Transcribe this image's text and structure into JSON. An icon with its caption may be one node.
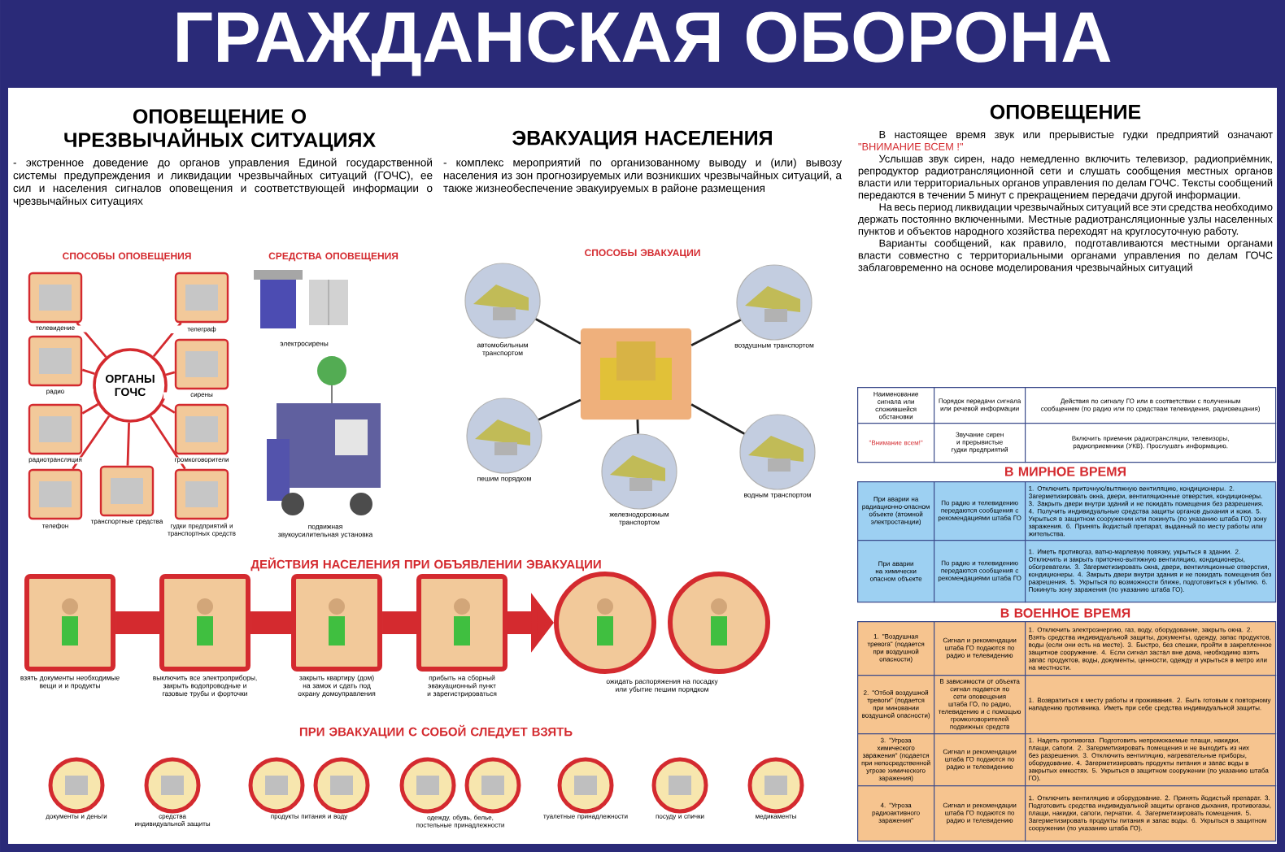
{
  "diagram": {
    "title": "ГРАЖДАНСКАЯ ОБОРОНА",
    "nodes": [
      {
        "text": [
          "ОРГАНЫ ГОЧС"
        ]
      },
      {
        "text": [],
        "shape": "picture",
        "beside": [
          "телевидение"
        ]
      },
      {
        "text": [],
        "shape": "picture",
        "beside": [
          "телеграф"
        ]
      },
      {
        "text": [],
        "shape": "picture",
        "beside": [
          "радио"
        ]
      },
      {
        "text": [],
        "shape": "picture",
        "beside": [
          "сирены"
        ]
      },
      {
        "text": [],
        "shape": "picture",
        "beside": [
          "радиотрансляция"
        ]
      },
      {
        "text": [],
        "shape": "picture",
        "beside": [
          "громкоговорители"
        ]
      },
      {
        "text": [],
        "shape": "picture",
        "beside": [
          "телефон"
        ]
      },
      {
        "text": [],
        "shape": "picture",
        "beside": [
          "транспортные средства"
        ]
      },
      {
        "text": [],
        "shape": "picture",
        "beside": [
          "гудки предприятий и транспортных средств"
        ]
      },
      {
        "text": [],
        "shape": "picture"
      },
      {
        "text": [],
        "shape": "picture",
        "beside": [
          "автомобильным транспортом"
        ]
      },
      {
        "text": [],
        "shape": "picture",
        "beside": [
          "воздушным транспортом"
        ]
      },
      {
        "text": [],
        "shape": "picture",
        "beside": [
          "пешим порядком"
        ]
      },
      {
        "text": [],
        "shape": "picture",
        "beside": [
          "железнодорожным транспортом"
        ]
      },
      {
        "text": [],
        "shape": "picture",
        "beside": [
          "водным транспортом"
        ]
      },
      {
        "text": [],
        "shape": "picture",
        "beside": [
          "взять документы необходимые вещи и и продукты"
        ]
      },
      {
        "text": [],
        "shape": "picture",
        "beside": [
          "выключить все электроприборы, закрыть водопроводные и газовые трубы и форточки"
        ]
      },
      {
        "text": [],
        "shape": "picture",
        "beside": [
          "закрыть квартиру (дом) на замок и сдать под охрану домоуправления"
        ]
      },
      {
        "text": [],
        "shape": "picture",
        "beside": [
          "прибыть на сборный эвакуационный пункт и зарегистрироваться"
        ]
      },
      {
        "text": [],
        "shape": "picture"
      },
      {
        "text": [],
        "shape": "picture"
      }
    ],
    "edges": [
      {
        "from": 0,
        "to": 1,
        "arrow": "none"
      },
      {
        "from": 0,
        "to": 2,
        "arrow": "none"
      },
      {
        "from": 0,
        "to": 3,
        "arrow": "none"
      },
      {
        "from": 0,
        "to": 4,
        "arrow": "none"
      },
      {
        "from": 0,
        "to": 5,
        "arrow": "none"
      },
      {
        "from": 0,
        "to": 6,
        "arrow": "none"
      },
      {
        "from": 0,
        "to": 7,
        "arrow": "none"
      },
      {
        "from": 0,
        "to": 8,
        "arrow": "none"
      },
      {
        "from": 0,
        "to": 9,
        "arrow": "none"
      },
      {
        "from": 10,
        "to": 11,
        "arrow": "none",
        "color": "#222222"
      },
      {
        "from": 10,
        "to": 12,
        "arrow": "none",
        "color": "#222222"
      },
      {
        "from": 10,
        "to": 13,
        "arrow": "none",
        "color": "#222222"
      },
      {
        "from": 10,
        "to": 14,
        "arrow": "none",
        "color": "#222222"
      },
      {
        "from": 10,
        "to": 15,
        "arrow": "none",
        "color": "#222222"
      },
      {
        "from": 16,
        "to": 17,
        "arrow": "none",
        "style": "thick"
      },
      {
        "from": 17,
        "to": 18,
        "arrow": "none",
        "style": "thick"
      },
      {
        "from": 18,
        "to": 19,
        "arrow": "none",
        "style": "thick"
      },
      {
        "from": 19,
        "to": 20,
        "arrow": "to",
        "style": "thick"
      }
    ],
    "labels": [
      "ОПОВЕЩЕНИЕ О ЧРЕЗВЫЧАЙНЫХ СИТУАЦИЯХ",
      "- экстренное доведение до органов управления Единой государственной системы предупреждения и ликвидации чрезвычайных ситуаций (ГОЧС), ее сил и населения сигналов оповещения и соответствующей информации о чрезвычайных ситуациях",
      "СПОСОБЫ ОПОВЕЩЕНИЯ",
      "СРЕДСТВА ОПОВЕЩЕНИЯ",
      "электросирены",
      "подвижная звукоусилительная установка",
      "ЭВАКУАЦИЯ НАСЕЛЕНИЯ",
      "- комплекс мероприятий по организованному выводу и (или) вывозу населения из зон прогнозируемых или возникших чрезвычайных ситуаций, а также жизнеобеспечение эвакуируемых в районе размещения",
      "СПОСОБЫ ЭВАКУАЦИИ",
      "ОПОВЕЩЕНИЕ",
      "В настоящее время звук или прерывистые гудки предприятий означают",
      "\"ВНИМАНИЕ ВСЕМ !\"",
      "Услышав звук сирен, надо немедленно включить телевизор, радиоприёмник, репродуктор радиотрансляционной сети и слушать сообщения местных органов власти или территориальных органов управления по делам ГОЧС. Тексты сообщений передаются в течении 5 минут с прекращением передачи другой информации.",
      "На весь период ликвидации чрезвычайных ситуаций все эти средства необходимо держать постоянно включенными. Местные радиотрансляционные узлы населенных пунктов и объектов народного хозяйства переходят на круглосуточную работу.",
      "Варианты сообщений, как правило, подготавливаются местными органами власти совместно с территориальными органами управления по делам ГОЧС заблаговременно на основе моделирования чрезвычайных ситуаций",
      "Наименование сигнала или сложившейся обстановки",
      "Порядок передачи сигнала или речевой информации",
      "Действия по сигналу ГО или в соответствии с полученным сообщением (по радио или по средствам телевидения, радиовещания)",
      "\"Внимание всем!\"",
      "Звучание сирен и прерывистые гудки предприятий",
      "Включить приемник радиотрансляции, телевизоры, радиоприемники (УКВ). Прослушать информацию.",
      "В МИРНОЕ ВРЕМЯ",
      "При аварии на радиационно-опасном объекте (атомной электростанции)",
      "По радио и телевидению передаются сообщения с рекомендациями штаба ГО",
      "1. Отключить приточную/вытяжную вентиляцию, кондиционеры. 2. Загерметизировать окна, двери, вентиляционные отверстия, кондиционеры. 3. Закрыть двери внутри зданий и не покидать помещения без разрешения. 4. Получить индивидуальные средства защиты органов дыхания и кожи. 5. Укрыться в защитном сооружении или покинуть (по указанию штаба ГО) зону заражения. 6. Принять йодистый препарат, выданный по месту работы или жительства.",
      "При аварии на химически опасном объекте",
      "По радио и телевидению передаются сообщения с рекомендациями штаба ГО",
      "1. Иметь противогаз, ватно-марлевую повязку, укрыться в здании. 2. Отключить и закрыть приточно-вытяжную вентиляцию, кондиционеры, обогреватели. 3. Загерметизировать окна, двери, вентиляционные отверстия, кондиционеры. 4. Закрыть двери внутри здания и не покидать помещения без разрешения. 5. Укрыться по возможности ближе, подготовиться к убытию. 6. Покинуть зону заражения (по указанию штаба ГО).",
      "В ВОЕННОЕ ВРЕМЯ",
      "1. \"Воздушная тревога\" (подается при воздушной опасности)",
      "Сигнал и рекомендации штаба ГО подаются по радио и телевидению",
      "1. Отключить электроэнергию, газ, воду, оборудование, закрыть окна. 2. Взять средства индивидуальной защиты, документы, одежду, запас продуктов, воды (если они есть на месте). 3. Быстро, без спешки, пройти в закрепленное защитное сооружение. 4. Если сигнал застал вне дома, необходимо взять запас продуктов, воды, документы, ценности, одежду и укрыться в метро или на местности.",
      "2. \"Отбой воздушной тревоги\" (подается при миновании воздушной опасности)",
      "В зависимости от объекта сигнал подается по сети оповещения штаба ГО, по радио, телевидению и с помощью громкоговорителей подвижных средств",
      "1. Возвратиться к месту работы и проживания. 2. Быть готовым к повторному нападению противника. Иметь при себе средства индивидуальной защиты.",
      "3. \"Угроза химического заражения\" (подается при непосредственной угрозе химического заражения)",
      "Сигнал и рекомендации штаба ГО подаются по радио и телевидению",
      "1. Надеть противогаз. Подготовить непромокаемые плащи, накидки, плащи, сапоги. 2. Загерметизировать помещения и не выходить из них без разрешения. 3. Отключить вентиляцию, нагревательные приборы, оборудование. 4. Загерметизировать продукты питания и запас воды в закрытых емкостях. 5. Укрыться в защитном сооружении (по указанию штаба ГО).",
      "4. \"Угроза радиоактивного заражения\"",
      "Сигнал и рекомендации штаба ГО подаются по радио и телевидению",
      "1. Отключить вентиляцию и оборудование. 2. Принять йодистый препарат. 3. Подготовить средства индивидуальной защиты органов дыхания, противогазы, плащи, накидки, сапоги, перчатки. 4. Загерметизировать помещения. 5. Загерметизировать продукты питания и запас воды. 6. Укрыться в защитном сооружении (по указанию штаба ГО).",
      "ДЕЙСТВИЯ НАСЕЛЕНИЯ ПРИ ОБЪЯВЛЕНИИ ЭВАКУАЦИИ",
      "ожидать распоряжения на посадку или убытие пешим порядком",
      "ПРИ ЭВАКУАЦИИ С СОБОЙ СЛЕДУЕТ ВЗЯТЬ",
      "документы и деньги",
      "средства индивидуальной защиты",
      "продукты питания и воду",
      "одежду, обувь, белье, постельные принадлежности",
      "туалетные принадлежности",
      "посуду и спички",
      "медикаменты"
    ]
  }
}
